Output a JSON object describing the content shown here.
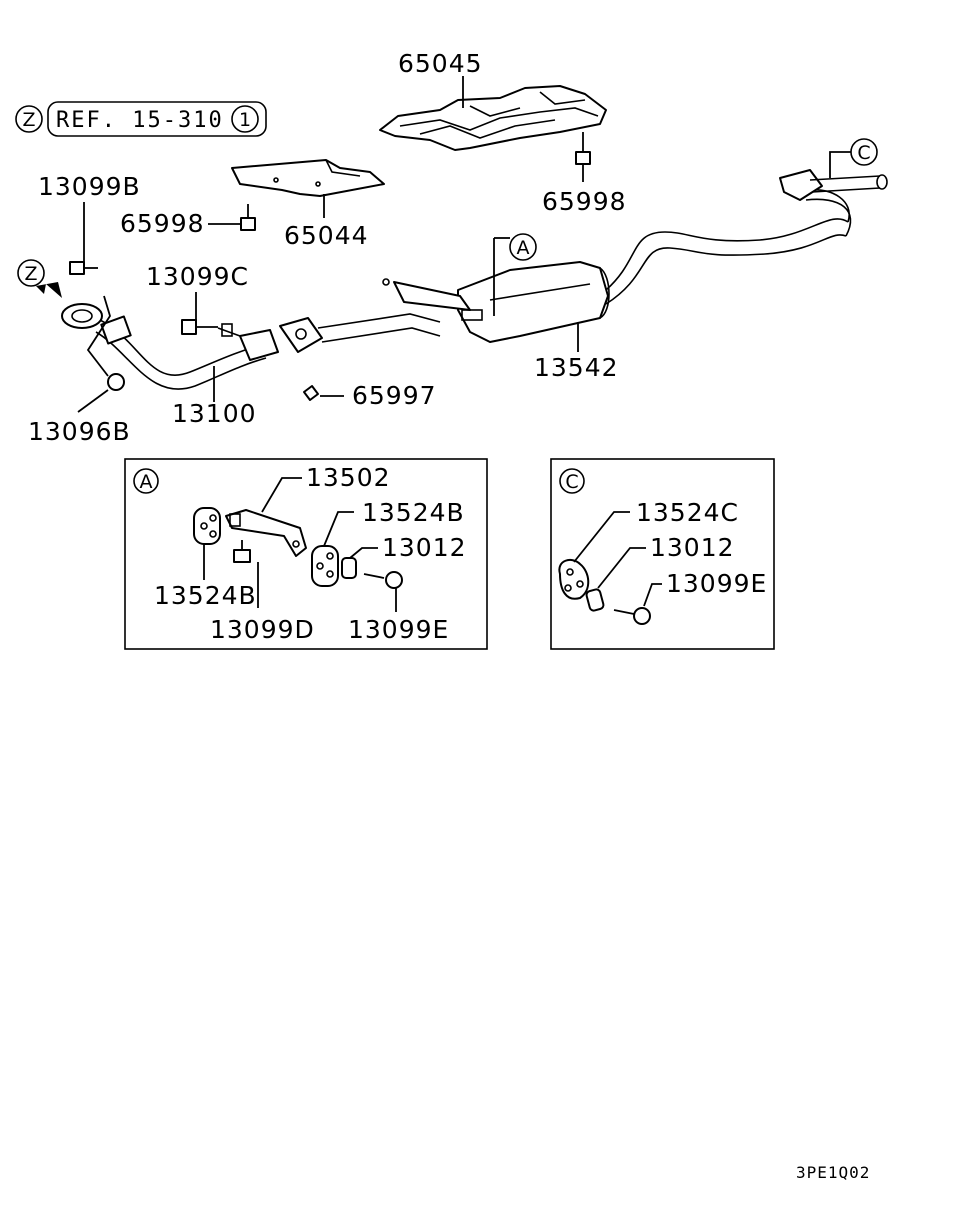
{
  "reference": {
    "zone": "Z",
    "text": "REF. 15-310",
    "index": "1"
  },
  "direction_marker": "Z",
  "callouts": {
    "a": "A",
    "c": "C"
  },
  "parts": {
    "heat_protector_upper": "65045",
    "heat_protector_front": "65044",
    "bolt_upper_protector": "65998",
    "bolt_front_protector": "65998",
    "bolt_front": "13099B",
    "nut_front": "13096B",
    "bolt_flange": "13099C",
    "front_pipe": "13100",
    "clip": "65997",
    "main_muffler": "13542"
  },
  "detail_a": {
    "label": "A",
    "bracket": "13502",
    "hanger_right": "13524B",
    "hanger_left": "13524B",
    "collar": "13012",
    "bolt_d": "13099D",
    "bolt_e": "13099E"
  },
  "detail_c": {
    "label": "C",
    "hanger": "13524C",
    "collar": "13012",
    "bolt_e": "13099E"
  },
  "diagram_code": "3PE1Q02"
}
